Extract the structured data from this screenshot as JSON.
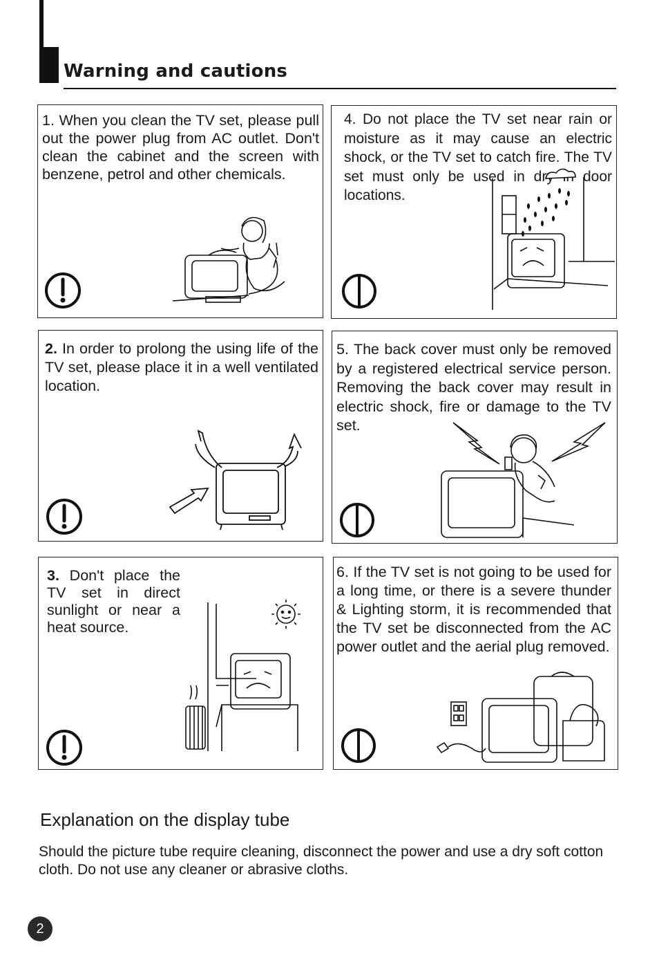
{
  "header": {
    "title": "Warning and cautions"
  },
  "cautions": [
    {
      "number": "",
      "text": "1. When you clean the TV set, please pull out the power plug from AC outlet. Don't  clean the  cabinet and the screen  with benzene, petrol and other chemicals.",
      "symbol": "exclamation-icon",
      "illustration": "woman-cleaning-tv"
    },
    {
      "number": "2.",
      "text": " In order to prolong the using life of the TV set, please place it in a well ventilated location.",
      "symbol": "exclamation-icon",
      "illustration": "tv-ventilation-arrows"
    },
    {
      "number": "3.",
      "text": " Don't place the TV set in direct sunlight or near a heat source.",
      "symbol": "exclamation-icon",
      "illustration": "tv-sun-heater"
    },
    {
      "number": "",
      "text": "4. Do not place the TV set near rain or moisture as it may cause an electric shock, or the TV set to catch fire. The TV set must only be used in dry in door locations.",
      "symbol": "prohibition-icon",
      "illustration": "tv-in-rain"
    },
    {
      "number": "",
      "text": "5. The back cover must only be removed by a registered electrical service person. Removing the back cover may result in electric shock, fire or damage to the TV set.",
      "symbol": "prohibition-icon",
      "illustration": "man-shock-tv"
    },
    {
      "number": "",
      "text": "6. If the TV set is not going to be used for a long time, or there is a severe thunder & Lighting storm, it is recommended that the TV set be disconnected from the AC power outlet and the aerial plug removed.",
      "symbol": "prohibition-icon",
      "illustration": "tv-unplugged-luggage"
    }
  ],
  "explanation": {
    "heading": "Explanation on the display tube",
    "body": "Should the picture tube require cleaning, disconnect the power and use a dry soft  cotton cloth. Do not use any cleaner or abrasive cloths."
  },
  "page_number": "2"
}
